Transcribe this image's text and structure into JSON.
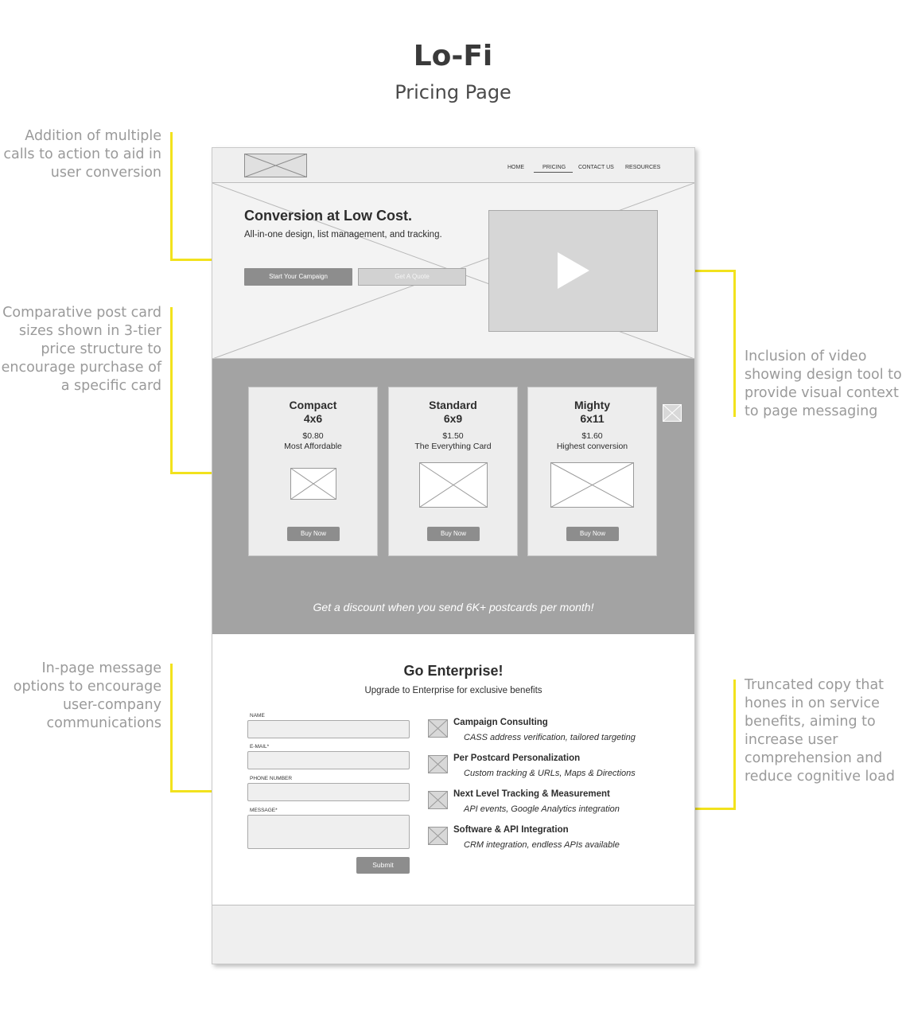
{
  "title": "Lo-Fi",
  "subtitle": "Pricing Page",
  "annotations": {
    "cta": [
      "Addition of multiple",
      "calls to action to aid in",
      "user conversion"
    ],
    "cards": [
      "Comparative post card",
      "sizes shown in 3-tier",
      "price structure to",
      "encourage purchase of",
      "a specific card"
    ],
    "video": [
      "Inclusion of video",
      "showing design tool to",
      "provide visual context",
      "to page messaging"
    ],
    "messages": [
      "In-page message",
      "options to encourage",
      "user-company",
      "communications"
    ],
    "copy": [
      "Truncated copy that",
      "hones in on service",
      "benefits, aiming to",
      "increase user",
      "comprehension and",
      "reduce cognitive load"
    ]
  },
  "colors": {
    "annotation_accent": "#f2e21d",
    "annotation_text": "#9a9a9a",
    "pricing_band": "#a3a3a3"
  },
  "wireframe": {
    "nav": {
      "home": "HOME",
      "pricing": "PRICING",
      "contact": "CONTACT US",
      "resources": "RESOURCES"
    },
    "hero": {
      "title": "Conversion at Low Cost.",
      "subtitle": "All-in-one design, list management, and tracking.",
      "primary_cta": "Start Your Campaign",
      "secondary_cta": "Get A Quote",
      "video_icon": "play-icon"
    },
    "cards": [
      {
        "name": "Compact",
        "size": "4x6",
        "price": "$0.80",
        "tagline": "Most Affordable",
        "button": "Buy Now"
      },
      {
        "name": "Standard",
        "size": "6x9",
        "price": "$1.50",
        "tagline": "The Everything Card",
        "button": "Buy Now"
      },
      {
        "name": "Mighty",
        "size": "6x11",
        "price": "$1.60",
        "tagline": "Highest conversion",
        "button": "Buy Now"
      }
    ],
    "discount": "Get a discount when you send 6K+ postcards per month!",
    "enterprise": {
      "title": "Go Enterprise!",
      "subtitle": "Upgrade to Enterprise for exclusive benefits",
      "fields": {
        "name": "NAME",
        "email": "E-MAIL*",
        "phone": "PHONE NUMBER",
        "message": "MESSAGE*"
      },
      "submit": "Submit",
      "benefits": [
        {
          "title": "Campaign Consulting",
          "desc": "CASS address verification, tailored targeting"
        },
        {
          "title": "Per Postcard Personalization",
          "desc": "Custom tracking & URLs, Maps & Directions"
        },
        {
          "title": "Next Level Tracking & Measurement",
          "desc": "API events, Google Analytics integration"
        },
        {
          "title": "Software & API Integration",
          "desc": "CRM integration, endless APIs available"
        }
      ]
    }
  }
}
